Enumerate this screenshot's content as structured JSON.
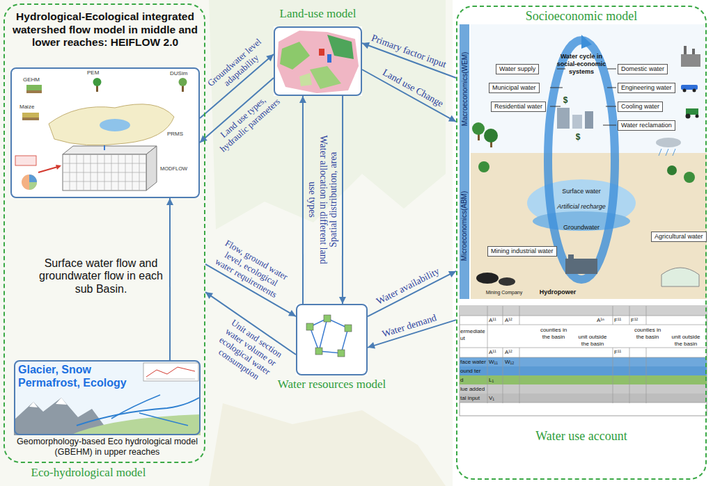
{
  "diagram": {
    "nodes": [
      {
        "text": [
          "Eco-hydrological model"
        ]
      },
      {
        "text": [
          "Hydrological-Ecological integrated watershed flow model in middle and lower reaches: HEIFLOW 2.0"
        ],
        "in": 0
      },
      {
        "text": [
          "Glacier, Snow Permafrost, Ecology",
          "Geomorphology-based Eco hydrological model (GBEHM) in upper reaches"
        ],
        "in": 0
      },
      {
        "text": [
          "Land-use model"
        ]
      },
      {
        "text": [
          "Water resources model"
        ]
      },
      {
        "text": [
          "Socioeconomic model",
          "Water use account"
        ]
      },
      {
        "text": [
          "Macroeconomics(WEM)"
        ],
        "in": 5
      },
      {
        "text": [
          "Microeconomics(ABM)"
        ],
        "in": 5
      },
      {
        "text": [
          "Water supply"
        ],
        "in": 5
      },
      {
        "text": [
          "Municipal water"
        ],
        "in": 5
      },
      {
        "text": [
          "Residential water"
        ],
        "in": 5
      },
      {
        "text": [
          "Domestic water"
        ],
        "in": 5
      },
      {
        "text": [
          "Engineering water"
        ],
        "in": 5
      },
      {
        "text": [
          "Cooling water"
        ],
        "in": 5
      },
      {
        "text": [
          "Water reclamation"
        ],
        "in": 5
      },
      {
        "text": [
          "Mining industrial water"
        ],
        "in": 5
      },
      {
        "text": [
          "Agricultural water"
        ],
        "in": 5
      }
    ],
    "edges": [
      {
        "from": 2,
        "to": 1,
        "arrow": "to",
        "label": "Surface water flow and groundwater flow in each sub Basin."
      },
      {
        "from": 1,
        "to": 3,
        "arrow": "to",
        "label": "Groundwater level adaptability"
      },
      {
        "from": 3,
        "to": 1,
        "arrow": "to",
        "label": "Land use types, hydraulic parameters"
      },
      {
        "from": 5,
        "to": 3,
        "arrow": "to",
        "label": "Primary factor input"
      },
      {
        "from": 3,
        "to": 5,
        "arrow": "to",
        "label": "Land use Change"
      },
      {
        "from": 4,
        "to": 3,
        "arrow": "to",
        "label": "Water allocation in different land use types"
      },
      {
        "from": 3,
        "to": 4,
        "arrow": "to",
        "label": "Spatial distribution, area"
      },
      {
        "from": 0,
        "to": 4,
        "arrow": "to",
        "label": "Flow, ground water level, ecological water requirements"
      },
      {
        "from": 4,
        "to": 0,
        "arrow": "to",
        "label": "Unit and section water volume or ecological water consumption"
      },
      {
        "from": 4,
        "to": 5,
        "arrow": "to",
        "label": "Water availability"
      },
      {
        "from": 5,
        "to": 4,
        "arrow": "to",
        "label": "Water demand"
      }
    ],
    "labels": [
      "GEHM",
      "PEM",
      "DUSim",
      "Maize",
      "PRMS",
      "MODFLOW",
      "Water cycle in social-economic systems",
      "$",
      "$",
      "Surface water",
      "Artificial recharge",
      "Groundwater",
      "Hydropower",
      "Mining Company",
      "A¹¹",
      "A¹²",
      "A¹ⁿ",
      "F¹¹",
      "F¹²",
      "ermediate ut",
      "counties in the basin",
      "unit outside the basin",
      "counties in the basin",
      "unit outside the basin",
      "A¹¹",
      "A¹²",
      "F¹¹",
      "face water",
      "W₁₁",
      "W₁₂",
      "ound ter",
      "d",
      "L₁",
      "lue added",
      "V₁",
      "tal input"
    ]
  }
}
